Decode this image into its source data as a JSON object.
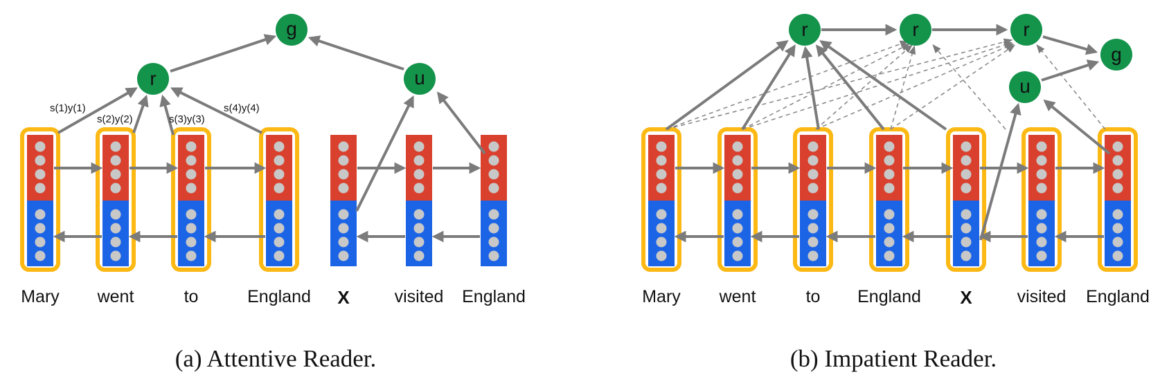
{
  "colors": {
    "forward_rnn": "#d9412e",
    "backward_rnn": "#1c64e6",
    "unit": "#c8c8c8",
    "node": "#14934b",
    "highlight": "#fcb813",
    "arrow": "#7b7b7b"
  },
  "attentive": {
    "caption": "(a) Attentive Reader.",
    "words": [
      "Mary",
      "went",
      "to",
      "England",
      "X",
      "visited",
      "England"
    ],
    "nodes": {
      "r": "r",
      "u": "u",
      "g": "g"
    },
    "attention_labels": [
      "s(1)y(1)",
      "s(2)y(2)",
      "s(3)y(3)",
      "s(4)y(4)"
    ]
  },
  "impatient": {
    "caption": "(b) Impatient Reader.",
    "words": [
      "Mary",
      "went",
      "to",
      "England",
      "X",
      "visited",
      "England"
    ],
    "nodes": {
      "r1": "r",
      "r2": "r",
      "r3": "r",
      "u": "u",
      "g": "g"
    }
  }
}
